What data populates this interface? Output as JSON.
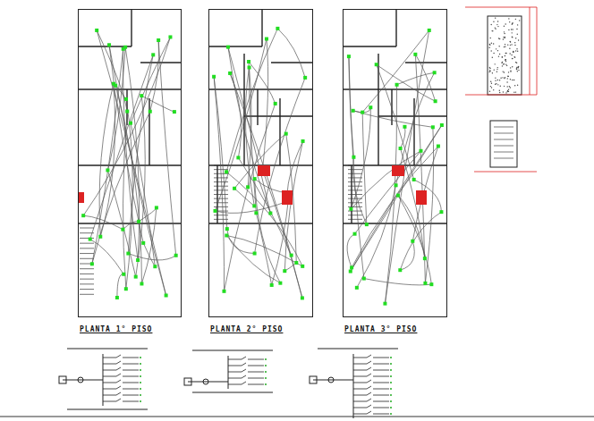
{
  "diagram": {
    "nodes": [
      {
        "text": [
          "PLANTA 1° PISO"
        ]
      },
      {
        "text": [
          "PLANTA 2° PISO"
        ]
      },
      {
        "text": [
          "PLANTA 3° PISO"
        ]
      }
    ]
  }
}
